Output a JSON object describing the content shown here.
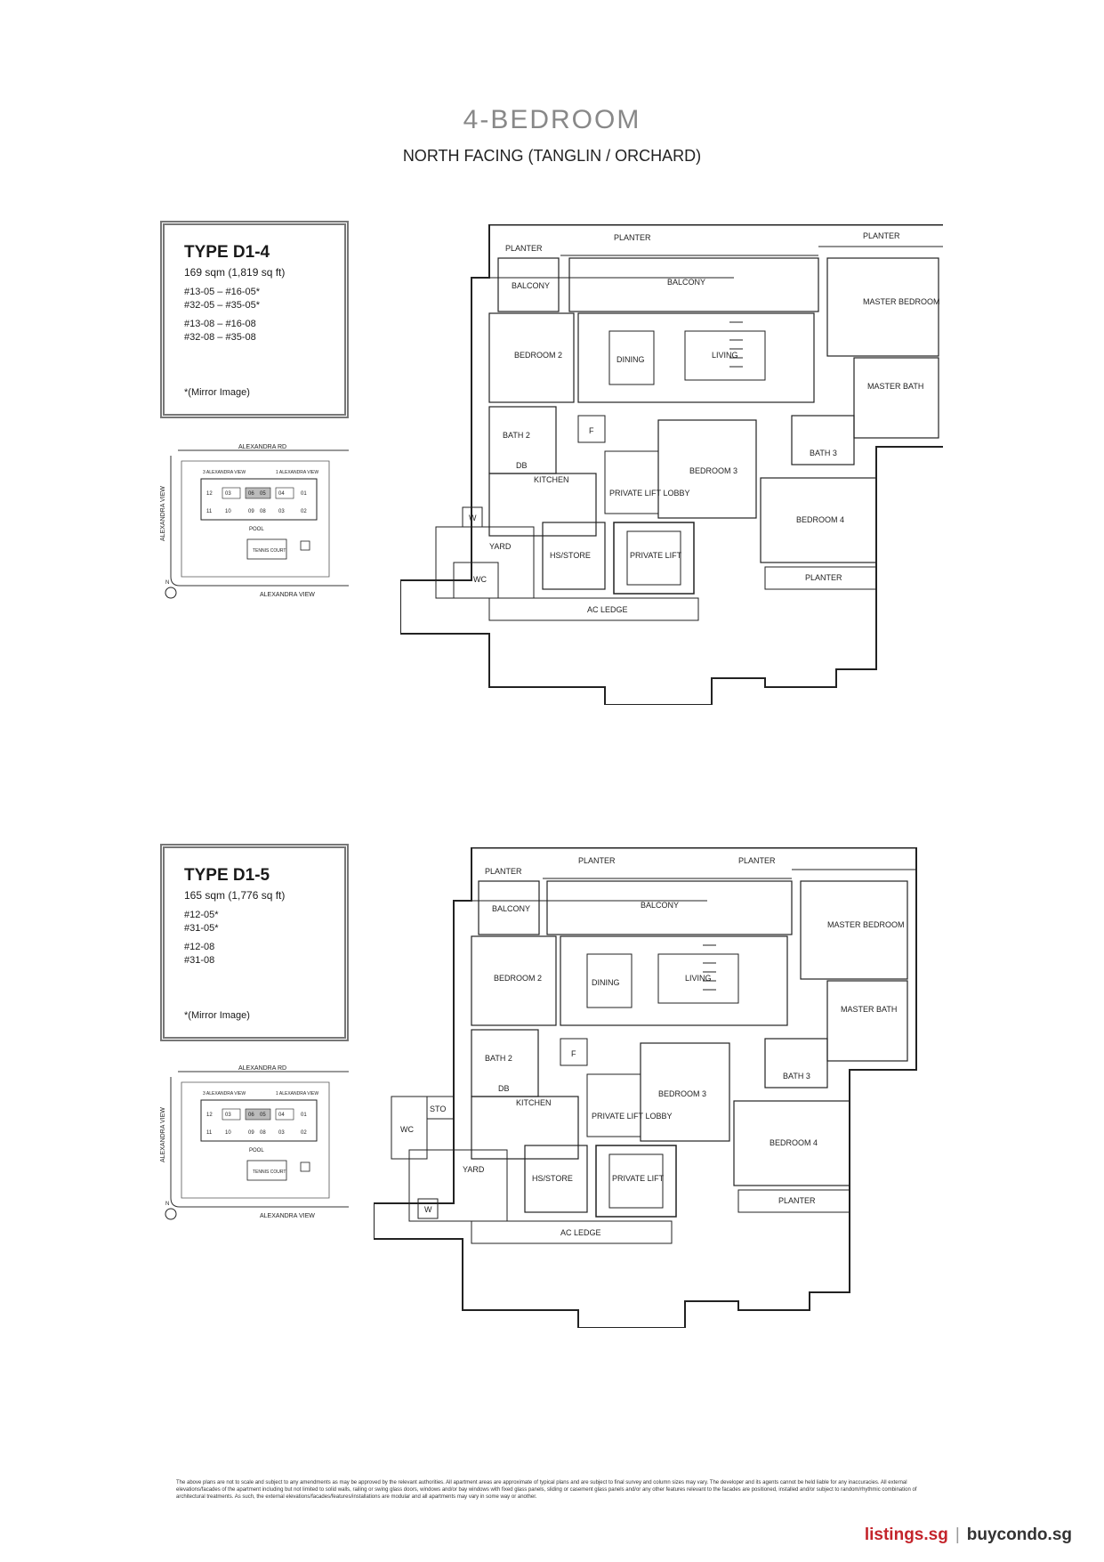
{
  "header": {
    "title": "4-BEDROOM",
    "subtitle": "NORTH FACING (TANGLIN / ORCHARD)"
  },
  "plans": [
    {
      "type": "TYPE D1-4",
      "size": "169 sqm (1,819 sq ft)",
      "unit_groups": [
        [
          "#13-05 – #16-05*",
          "#32-05 – #35-05*"
        ],
        [
          "#13-08 – #16-08",
          "#32-08 – #35-08"
        ]
      ],
      "mirror_note": "*(Mirror Image)",
      "rooms": {
        "planter_top": "PLANTER",
        "planter_right": "PLANTER",
        "planter_left": "PLANTER",
        "balcony_left": "BALCONY",
        "balcony_main": "BALCONY",
        "master_bedroom": "MASTER BEDROOM",
        "bedroom2": "BEDROOM 2",
        "dining": "DINING",
        "living": "LIVING",
        "master_bath": "MASTER BATH",
        "bath2": "BATH 2",
        "f": "F",
        "bath3": "BATH 3",
        "kitchen": "KITCHEN",
        "private_lift_lobby": "PRIVATE LIFT LOBBY",
        "bedroom3": "BEDROOM 3",
        "bedroom4": "BEDROOM 4",
        "w": "W",
        "yard": "YARD",
        "hs_store": "HS/STORE",
        "private_lift": "PRIVATE LIFT",
        "wc": "WC",
        "planter_bottom": "PLANTER",
        "ac_ledge": "AC LEDGE",
        "db": "DB"
      }
    },
    {
      "type": "TYPE D1-5",
      "size": "165 sqm (1,776 sq ft)",
      "unit_groups": [
        [
          "#12-05*",
          "#31-05*"
        ],
        [
          "#12-08",
          "#31-08"
        ]
      ],
      "mirror_note": "*(Mirror Image)",
      "rooms": {
        "planter_top": "PLANTER",
        "planter_right": "PLANTER",
        "planter_left": "PLANTER",
        "balcony_left": "BALCONY",
        "balcony_main": "BALCONY",
        "master_bedroom": "MASTER BEDROOM",
        "bedroom2": "BEDROOM 2",
        "dining": "DINING",
        "living": "LIVING",
        "master_bath": "MASTER BATH",
        "bath2": "BATH 2",
        "f": "F",
        "bath3": "BATH 3",
        "kitchen": "KITCHEN",
        "private_lift_lobby": "PRIVATE LIFT LOBBY",
        "bedroom3": "BEDROOM 3",
        "bedroom4": "BEDROOM 4",
        "sto": "STO",
        "wc": "WC",
        "yard": "YARD",
        "hs_store": "HS/STORE",
        "private_lift": "PRIVATE LIFT",
        "w": "W",
        "planter_bottom": "PLANTER",
        "ac_ledge": "AC LEDGE",
        "db": "DB"
      }
    }
  ],
  "site_plan": {
    "road_top": "ALEXANDRA RD",
    "road_side": "ALEXANDRA VIEW",
    "road_bottom": "ALEXANDRA VIEW",
    "block_left": "3 ALEXANDRA VIEW",
    "block_right": "1 ALEXANDRA VIEW",
    "pool": "POOL",
    "tennis": "TENNIS COURT",
    "north": "N",
    "unit_numbers": [
      "12",
      "03",
      "06",
      "05",
      "04",
      "01",
      "11",
      "10",
      "09",
      "08",
      "03",
      "02"
    ]
  },
  "disclaimer": "The above plans are not to scale and subject to any amendments as may be approved by the relevant authorities. All apartment areas are approximate of typical plans and are subject to final survey and column sizes may vary. The developer and its agents cannot be held liable for any inaccuracies. All external elevations/facades of the apartment including but not limited to solid walls, railing or swing glass doors, windows and/or bay windows with fixed glass panels, sliding or casement glass panels and/or any other features relevant to the facades are positioned, installed and/or subject to random/rhythmic combination of architectural treatments. As such, the external elevations/facades/features/installations are modular and all apartments may vary in some way or another.",
  "footer": {
    "brand_a": "listings.sg",
    "separator": "|",
    "brand_b": "buycondo.sg"
  }
}
